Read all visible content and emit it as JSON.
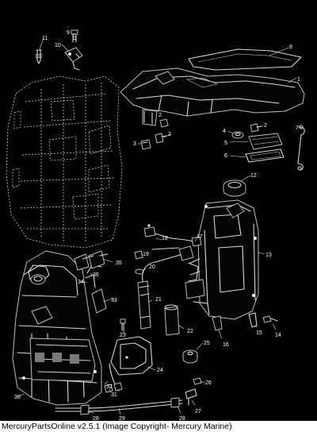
{
  "footer": {
    "text": "MercuryPartsOnline v2.5.1 (Image Copyright- Mercury Marine)"
  },
  "callouts": [
    "1",
    "2",
    "2",
    "2",
    "3",
    "4",
    "5",
    "6",
    "7",
    "8",
    "9",
    "10",
    "11",
    "12",
    "13",
    "14",
    "15",
    "16",
    "17",
    "18",
    "19",
    "20",
    "21",
    "22",
    "23",
    "24",
    "25",
    "26",
    "27",
    "28",
    "28",
    "29",
    "30",
    "31",
    "32",
    "33",
    "34",
    "35",
    "36"
  ],
  "colors": {
    "background": "#000000",
    "line_art": "#d8d8d8",
    "footer_background": "#ffffff",
    "footer_text": "#000000"
  }
}
